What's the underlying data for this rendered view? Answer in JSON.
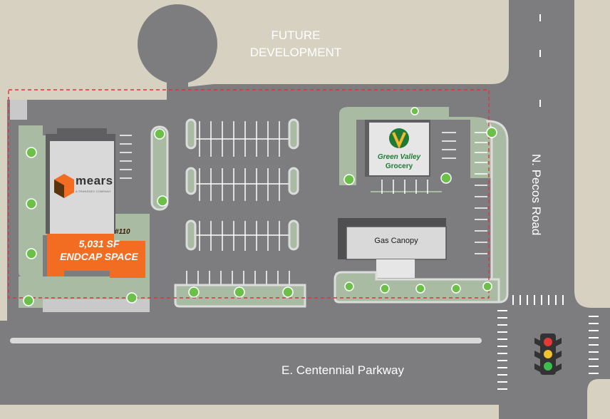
{
  "map": {
    "future_development_line1": "FUTURE",
    "future_development_line2": "DEVELOPMENT",
    "road_horizontal": "E. Centennial Parkway",
    "road_vertical": "N. Pecos Road",
    "tenants": {
      "mears": {
        "name": "mears",
        "tagline": "A TRANSDEV COMPANY"
      },
      "endcap": {
        "unit": "#110",
        "line1": "5,031 SF",
        "line2": "ENDCAP SPACE",
        "color": "#f26d21"
      },
      "grocery": {
        "line1": "Green Valley",
        "line2": "Grocery",
        "color": "#1f7a35"
      },
      "gas": {
        "name": "Gas Canopy"
      }
    },
    "colors": {
      "asphalt": "#7d7d7f",
      "land": "#d6d1c0",
      "landscape": "#a9bca3",
      "property_line": "#e0313a",
      "tree": "#6cc04a"
    },
    "icons": [
      "traffic-light-icon",
      "mears-logo-icon",
      "green-valley-logo-icon"
    ],
    "traffic_light_states": [
      "red",
      "yellow",
      "green"
    ]
  }
}
